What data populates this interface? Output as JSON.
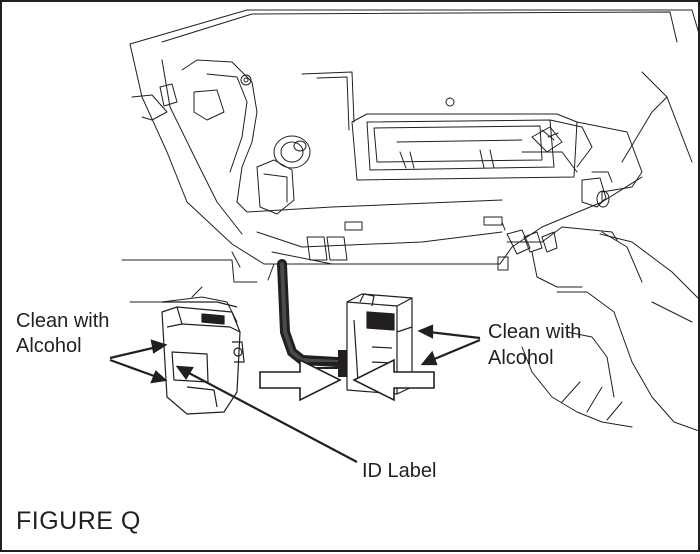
{
  "figure": {
    "caption": "FIGURE Q",
    "line_color": "#231f20",
    "callouts": {
      "left_clean": [
        "Clean with",
        "Alcohol"
      ],
      "right_clean": [
        "Clean with",
        "Alcohol"
      ],
      "id_label": "ID Label"
    }
  }
}
